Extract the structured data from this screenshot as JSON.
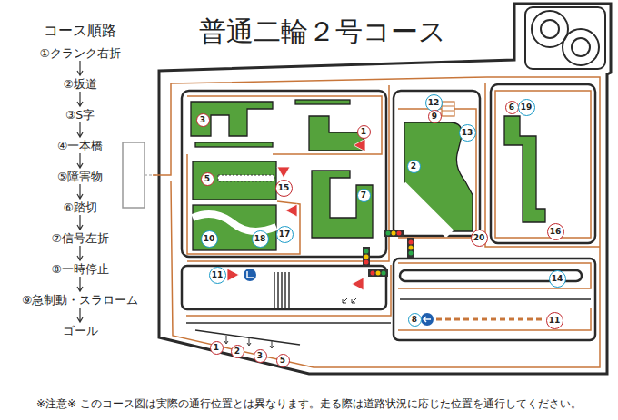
{
  "diagram": {
    "title": "普通二輪２号コース",
    "caption": "※注意※ このコース図は実際の通行位置とは異なります。走る際は道路状況に応じた位置を通行してください。",
    "nodes": [
      {
        "text": [
          "12"
        ]
      },
      {
        "text": [
          "6"
        ]
      },
      {
        "text": [
          "19"
        ]
      },
      {
        "text": [
          "9"
        ]
      },
      {
        "text": [
          "3"
        ]
      },
      {
        "text": [
          "1"
        ]
      },
      {
        "text": [
          "13"
        ]
      },
      {
        "text": [
          "2"
        ]
      },
      {
        "text": [
          "5"
        ]
      },
      {
        "text": [
          "15"
        ]
      },
      {
        "text": [
          "7"
        ]
      },
      {
        "text": [
          "16"
        ]
      },
      {
        "text": [
          "17"
        ]
      },
      {
        "text": [
          "20"
        ]
      },
      {
        "text": [
          "10"
        ]
      },
      {
        "text": [
          "18"
        ]
      },
      {
        "text": [
          "11"
        ]
      },
      {
        "text": [
          "14"
        ]
      },
      {
        "text": [
          "8"
        ]
      },
      {
        "text": [
          "11"
        ]
      },
      {
        "text": [
          "1"
        ]
      },
      {
        "text": [
          "2"
        ]
      },
      {
        "text": [
          "3"
        ]
      },
      {
        "text": [
          "5"
        ]
      }
    ],
    "labels": [
      "コース順路",
      "①クランク右折",
      "②坂道",
      "③S字",
      "④一本橋",
      "⑤障害物",
      "⑥踏切",
      "⑦信号左折",
      "⑧一時停止",
      "⑨急制動・スラローム",
      "ゴール"
    ]
  }
}
